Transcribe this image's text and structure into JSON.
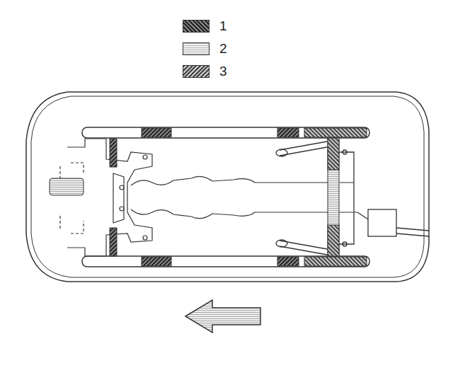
{
  "diagram": {
    "legend": [
      {
        "text": "1"
      },
      {
        "text": "2"
      },
      {
        "text": "3"
      }
    ]
  }
}
